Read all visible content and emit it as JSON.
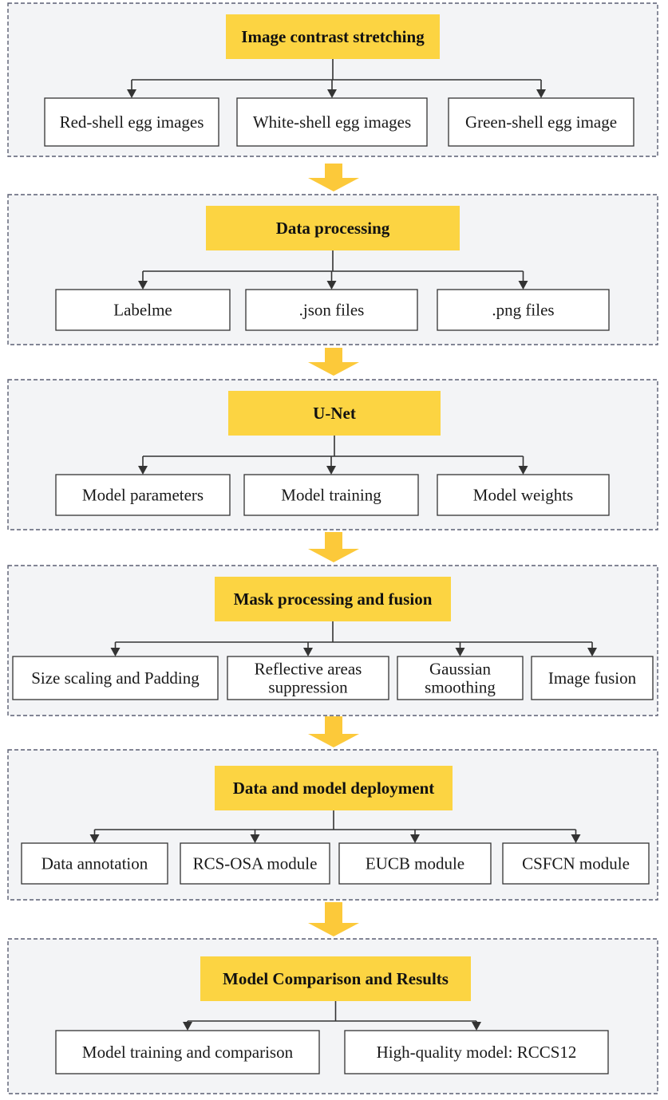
{
  "diagram": {
    "stages": [
      {
        "title": "Image contrast stretching",
        "children": [
          "Red-shell egg images",
          "White-shell egg images",
          "Green-shell egg image"
        ]
      },
      {
        "title": "Data processing",
        "children": [
          "Labelme",
          ".json files",
          ".png files"
        ]
      },
      {
        "title": "U-Net",
        "children": [
          "Model parameters",
          "Model training",
          "Model weights"
        ]
      },
      {
        "title": "Mask processing and fusion",
        "children": [
          "Size scaling and Padding",
          "Reflective areas\nsuppression",
          "Gaussian\nsmoothing",
          "Image fusion"
        ]
      },
      {
        "title": "Data and model deployment",
        "children": [
          "Data  annotation",
          "RCS-OSA module",
          "EUCB module",
          "CSFCN module"
        ]
      },
      {
        "title": "Model Comparison and Results",
        "children": [
          "Model training and comparison",
          "High-quality model: RCCS12"
        ]
      }
    ],
    "colors": {
      "header": "#fcd442",
      "flow_arrow": "#fcc93a",
      "section_border": "#5b5f73",
      "section_fill": "#f3f4f6"
    }
  }
}
